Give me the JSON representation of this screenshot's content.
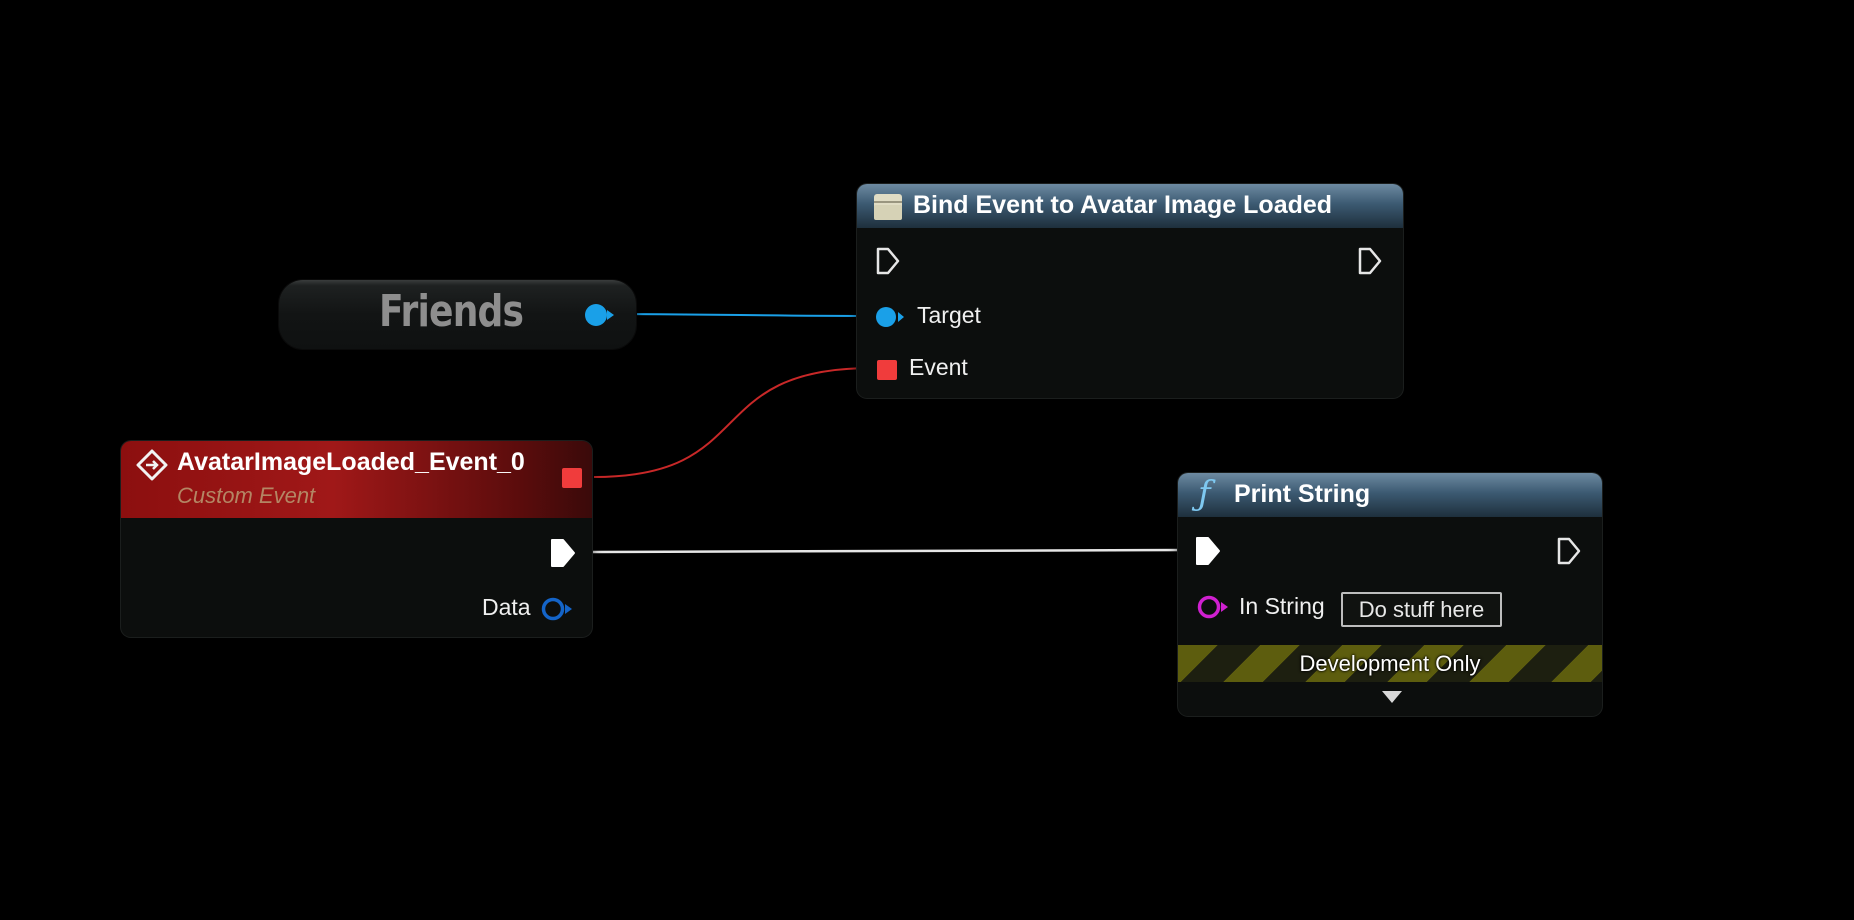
{
  "bind_node": {
    "title": "Bind Event to Avatar Image Loaded",
    "icon": "delegate-icon",
    "pins": {
      "target_label": "Target",
      "event_label": "Event"
    }
  },
  "variable_node": {
    "label": "Friends"
  },
  "event_node": {
    "title": "AvatarImageLoaded_Event_0",
    "subtitle": "Custom Event",
    "icon": "custom-event-icon",
    "pins": {
      "data_label": "Data"
    }
  },
  "print_node": {
    "title": "Print String",
    "icon": "function-icon",
    "in_string_label": "In String",
    "in_string_value": "Do stuff here",
    "development_only": "Development Only",
    "expand_icon": "chevron-down-icon"
  },
  "colors": {
    "object_pin": "#1aa0e8",
    "delegate_pin": "#f03c3c",
    "string_pin": "#d020d0",
    "exec_pin": "#ffffff",
    "event_header": "#8c0f0f",
    "function_header": "#3c5a72"
  }
}
